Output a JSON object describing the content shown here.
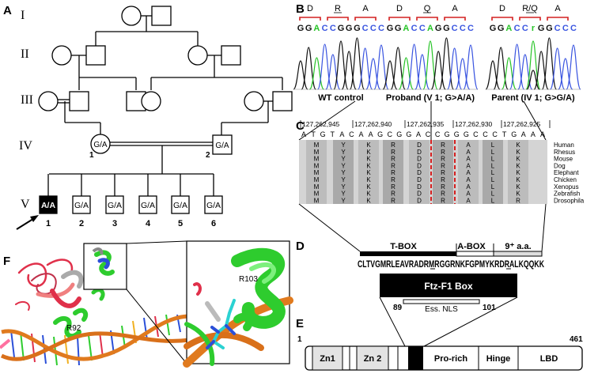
{
  "panels": {
    "A": "A",
    "B": "B",
    "C": "C",
    "D": "D",
    "E": "E",
    "F": "F"
  },
  "pedigree": {
    "generations": [
      "I",
      "II",
      "III",
      "IV",
      "V"
    ],
    "iv_labels": [
      {
        "num": "1",
        "geno": "G/A"
      },
      {
        "num": "2",
        "geno": "G/A"
      }
    ],
    "v_children": [
      {
        "num": "1",
        "geno": "A/A"
      },
      {
        "num": "2",
        "geno": "G/A"
      },
      {
        "num": "3",
        "geno": "G/A"
      },
      {
        "num": "4",
        "geno": "G/A"
      },
      {
        "num": "5",
        "geno": "G/A"
      },
      {
        "num": "6",
        "geno": "G/A"
      }
    ]
  },
  "chromatograms": [
    {
      "aa": [
        "D",
        "R",
        "A"
      ],
      "seq": [
        "G",
        "G",
        "A",
        "C",
        "C",
        "G",
        "G",
        "G",
        "C",
        "C",
        "C"
      ],
      "label": "WT control"
    },
    {
      "aa": [
        "D",
        "Q",
        "A"
      ],
      "seq": [
        "G",
        "G",
        "A",
        "C",
        "C",
        "A",
        "G",
        "G",
        "C",
        "C",
        "C"
      ],
      "label": "Proband (V 1; G>A/A)"
    },
    {
      "aa": [
        "D",
        "R/Q",
        "A"
      ],
      "seq": [
        "G",
        "G",
        "A",
        "C",
        "C",
        "r",
        "G",
        "G",
        "C",
        "C",
        "C"
      ],
      "label": "Parent (IV 1; G>G/A)"
    }
  ],
  "alignment": {
    "coords": [
      "127,262,945",
      "127,262,940",
      "127,262,935",
      "127,262,930",
      "127,262,925"
    ],
    "dna": [
      "A",
      "T",
      "G",
      "T",
      "A",
      "C",
      "A",
      "A",
      "G",
      "C",
      "G",
      "G",
      "A",
      "C",
      "C",
      "G",
      "G",
      "G",
      "C",
      "C",
      "C",
      "T",
      "G",
      "A",
      "A",
      "A"
    ],
    "species": [
      "Human",
      "Rhesus",
      "Mouse",
      "Dog",
      "Elephant",
      "Chicken",
      "Xenopus",
      "Zebrafish",
      "Drosophila"
    ],
    "columns": [
      [
        "M",
        "M",
        "M",
        "M",
        "M",
        "M",
        "M",
        "M",
        "M"
      ],
      [
        "Y",
        "Y",
        "Y",
        "Y",
        "Y",
        "Y",
        "Y",
        "Y",
        "Y"
      ],
      [
        "K",
        "K",
        "K",
        "K",
        "K",
        "K",
        "K",
        "K",
        "K"
      ],
      [
        "R",
        "R",
        "R",
        "R",
        "R",
        "R",
        "R",
        "R",
        "R"
      ],
      [
        "D",
        "D",
        "D",
        "D",
        "D",
        "D",
        "D",
        "D",
        "D"
      ],
      [
        "R",
        "R",
        "R",
        "R",
        "R",
        "R",
        "R",
        "R",
        "R"
      ],
      [
        "A",
        "A",
        "A",
        "A",
        "A",
        "A",
        "A",
        "A",
        "A"
      ],
      [
        "L",
        "L",
        "L",
        "L",
        "L",
        "L",
        "L",
        "L",
        "L"
      ],
      [
        "K",
        "K",
        "K",
        "K",
        "K",
        "K",
        "K",
        "K",
        "R"
      ]
    ]
  },
  "domainD": {
    "tbox": "T-BOX",
    "abox": "A-BOX",
    "nine": "9⁺ a.a.",
    "seq": "CLTVGMRLEAVRADRMRGGRNKFGPMYKRDRALKQQKK",
    "ftz": "Ftz-F1 Box",
    "nls": "Ess. NLS",
    "n89": "89",
    "n101": "101"
  },
  "domainE": {
    "start": "1",
    "end": "461",
    "domains": [
      "Zn1",
      "Zn 2",
      "Pro-rich",
      "Hinge",
      "LBD"
    ]
  },
  "structure": {
    "r92": "R92",
    "r103": "R103"
  },
  "colors": {
    "dna_orange": "#e07a1e",
    "helix_green": "#2ecc2e",
    "loop_red": "#e0304a",
    "base_blue": "#2b4fd8",
    "trace_a": "#27c427",
    "trace_c": "#3a55e0",
    "trace_g": "#111111",
    "red_dash": "#d42020"
  }
}
